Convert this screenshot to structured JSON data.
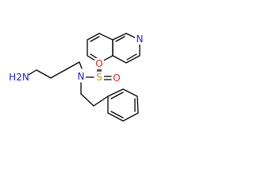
{
  "structure": {
    "atoms": {
      "amine": "H2N",
      "sulfonamide_nitrogen": "N",
      "sulfur": "S",
      "oxygen_upper": "O",
      "oxygen_lower": "O",
      "isoquinoline_nitrogen": "N"
    }
  },
  "colors": {
    "bond": "#000000",
    "nitrogen": "#2222dd",
    "sulfur": "#c8a800",
    "oxygen": "#ee2222",
    "amine": "#2222dd"
  }
}
